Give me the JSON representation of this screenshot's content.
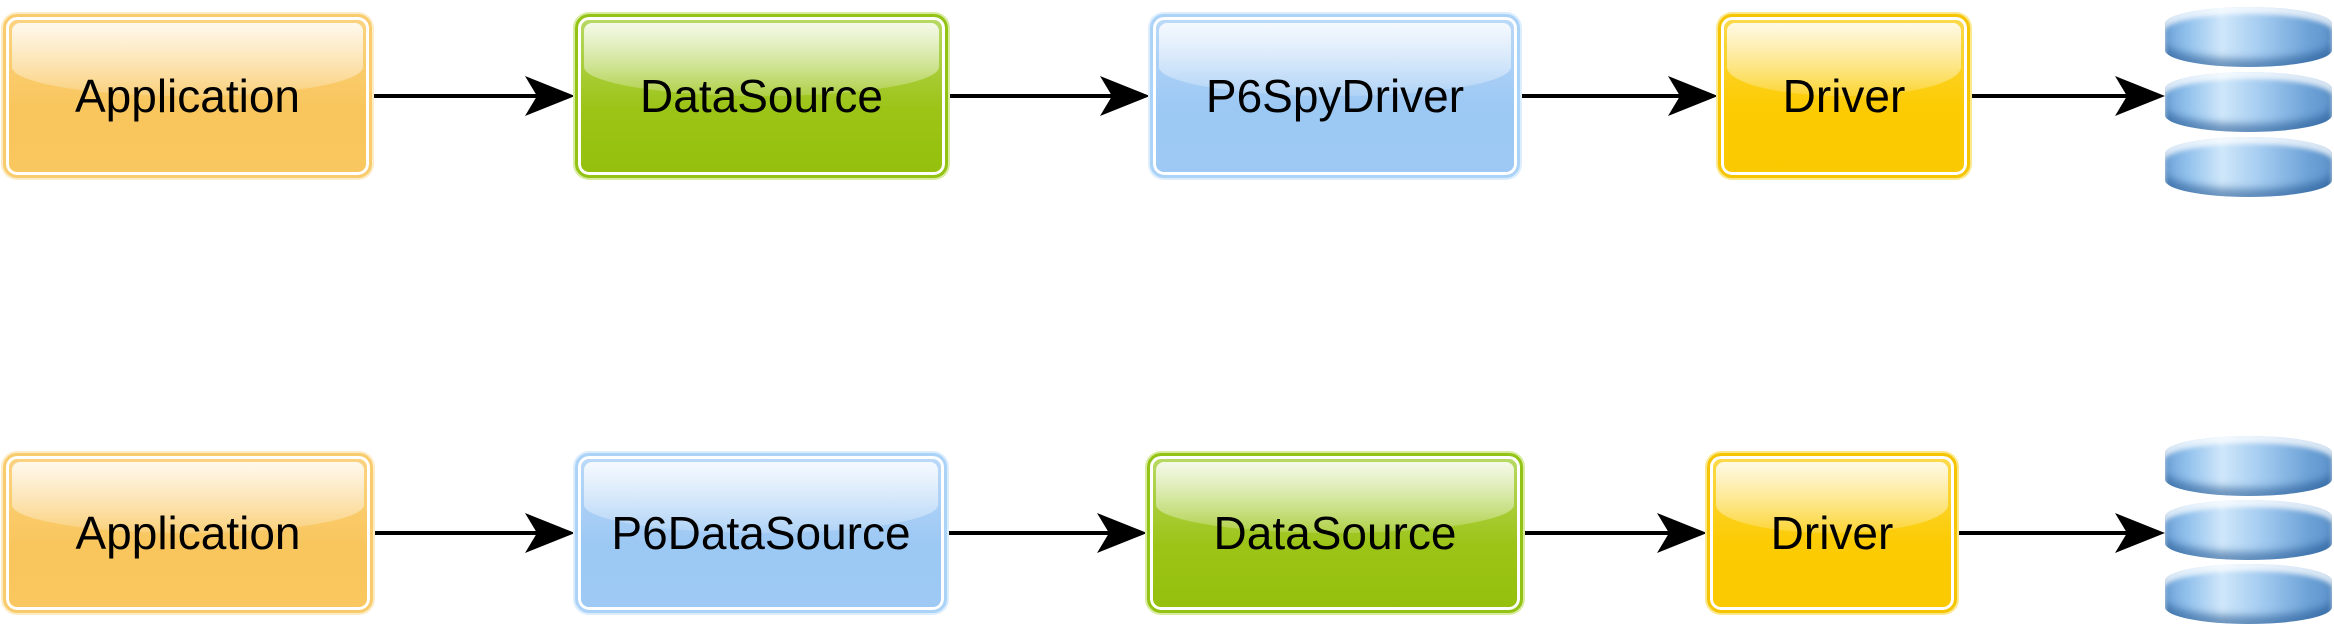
{
  "diagram": {
    "rows": [
      {
        "name": "driver-based-flow",
        "nodes": [
          {
            "label": "Application",
            "variant": "orange"
          },
          {
            "label": "DataSource",
            "variant": "green"
          },
          {
            "label": "P6SpyDriver",
            "variant": "blue"
          },
          {
            "label": "Driver",
            "variant": "yellow"
          },
          {
            "icon": "database-icon",
            "variant": "database"
          }
        ]
      },
      {
        "name": "datasource-based-flow",
        "nodes": [
          {
            "label": "Application",
            "variant": "orange"
          },
          {
            "label": "P6DataSource",
            "variant": "blue"
          },
          {
            "label": "DataSource",
            "variant": "green"
          },
          {
            "label": "Driver",
            "variant": "yellow"
          },
          {
            "icon": "database-icon",
            "variant": "database"
          }
        ]
      }
    ],
    "colors": {
      "orange": "#f9c75f",
      "green": "#9cc417",
      "blue": "#9cc8f4",
      "yellow": "#fccb01",
      "database_blue": "#6ea3d8",
      "arrow": "#000000",
      "text": "#000000",
      "background": "#ffffff"
    }
  }
}
